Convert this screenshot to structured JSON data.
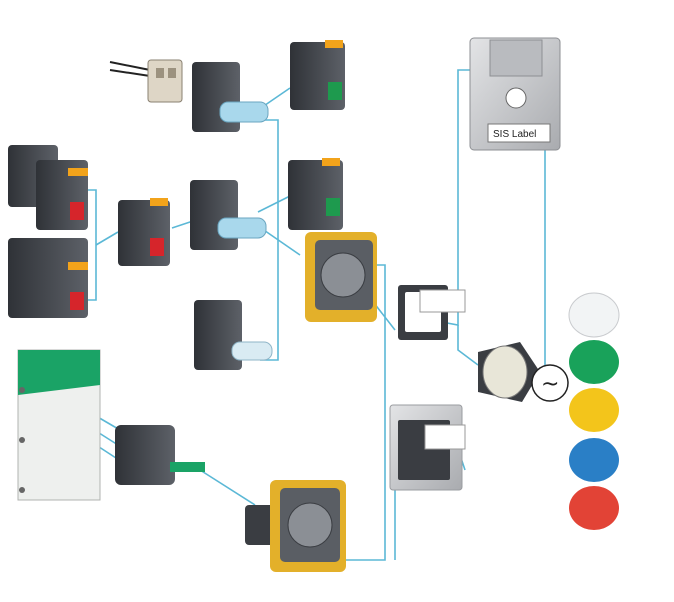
{
  "diagram": {
    "label_text": "SIS Label",
    "symbol_text": "~",
    "colors": {
      "wire": "#5bb8d6",
      "body_dark": "#3a3d42",
      "body_mid": "#5a5e64",
      "orange": "#f2a31b",
      "yellow_frame": "#e3b02a",
      "red": "#d6252b",
      "green": "#1e9a4e",
      "light_blue": "#a9d8ec",
      "pcb_green": "#1aa366",
      "card_grey": "#c9cacc"
    },
    "caps": [
      {
        "name": "white-cap",
        "color": "#f2f4f5"
      },
      {
        "name": "green-cap",
        "color": "#19a25a"
      },
      {
        "name": "yellow-cap",
        "color": "#f3c51b"
      },
      {
        "name": "blue-cap",
        "color": "#2a7fc6"
      },
      {
        "name": "red-cap",
        "color": "#e24336"
      }
    ]
  }
}
